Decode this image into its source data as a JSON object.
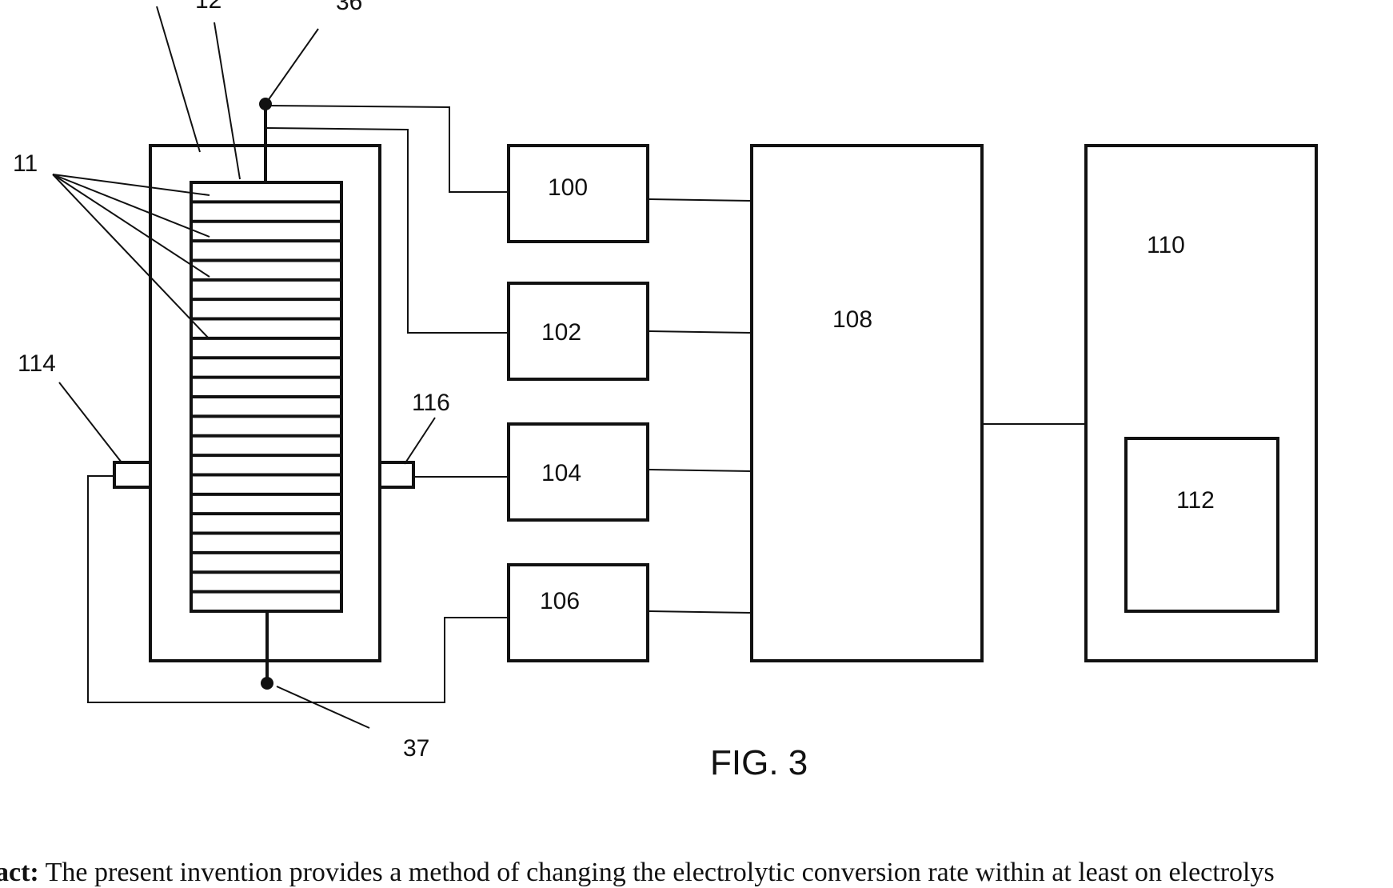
{
  "figure_caption": "FIG. 3",
  "labels": {
    "ref_12": "12",
    "ref_36": "36",
    "ref_11": "11",
    "ref_114": "114",
    "ref_116": "116",
    "ref_37": "37"
  },
  "blocks": {
    "b100": "100",
    "b102": "102",
    "b104": "104",
    "b106": "106",
    "b108": "108",
    "b110": "110",
    "b112": "112"
  },
  "abstract": {
    "lead": "act:",
    "text": " The present invention provides a method of changing the electrolytic conversion rate within at least on electrolys"
  }
}
